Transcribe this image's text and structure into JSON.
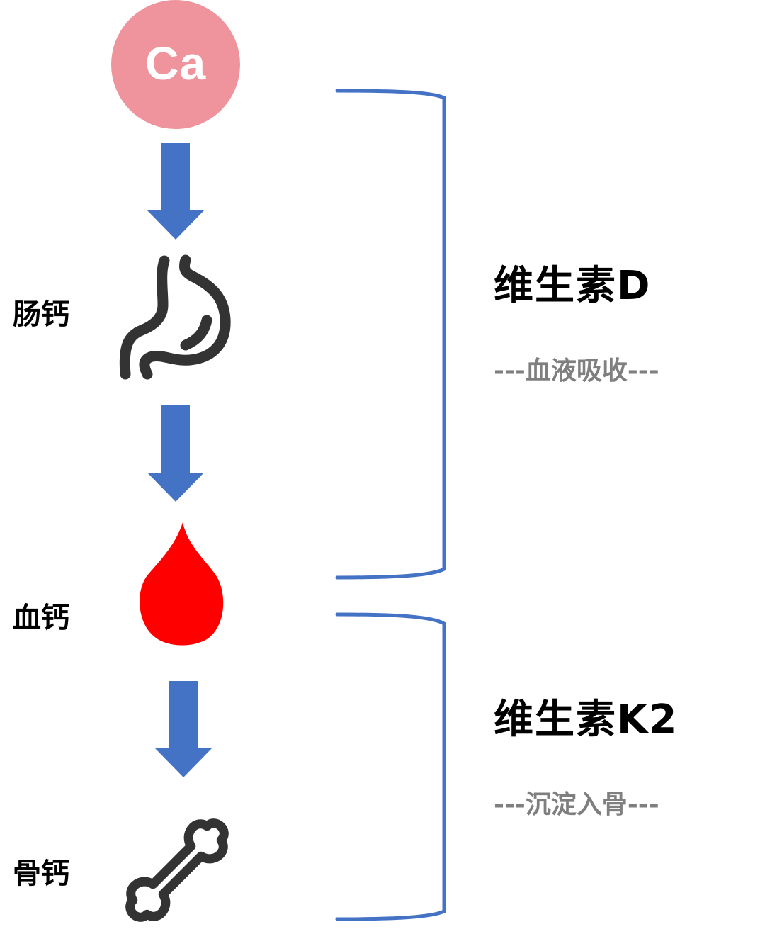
{
  "colors": {
    "calcium_circle": "#ef949c",
    "arrow": "#4472c4",
    "bracket": "#4472c4",
    "blood_drop": "#ff0000",
    "icon_stroke": "#333333",
    "subtitle": "#7f7f7f"
  },
  "source": {
    "symbol": "Ca"
  },
  "stages": [
    {
      "label": "肠钙",
      "icon": "stomach-icon"
    },
    {
      "label": "血钙",
      "icon": "blood-drop-icon"
    },
    {
      "label": "骨钙",
      "icon": "bone-icon"
    }
  ],
  "brackets": [
    {
      "title": "维生素D",
      "subtitle": "---血液吸收---"
    },
    {
      "title": "维生素K2",
      "subtitle": "---沉淀入骨---"
    }
  ]
}
